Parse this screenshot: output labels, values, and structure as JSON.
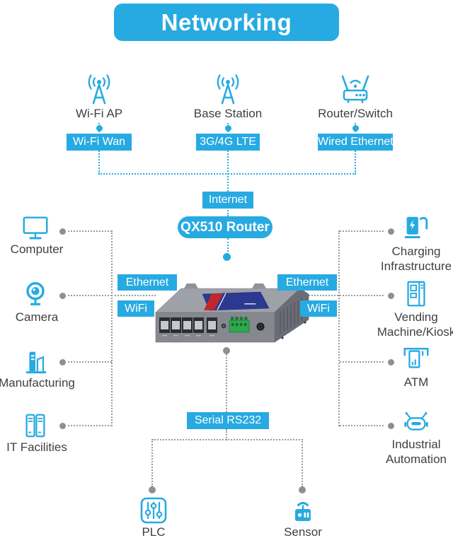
{
  "title": "Networking",
  "colors": {
    "accent": "#27AAE1",
    "line_gray": "#9A9A9A",
    "text": "#404040",
    "router_label_blue": "#2B3990"
  },
  "wan_nodes": [
    {
      "icon": "wifi-ap-antenna-icon",
      "label": "Wi-Fi AP",
      "tag": "Wi-Fi Wan"
    },
    {
      "icon": "base-station-antenna-icon",
      "label": "Base Station",
      "tag": "3G/4G LTE"
    },
    {
      "icon": "router-switch-icon",
      "label": "Router/Switch",
      "tag": "Wired Ethernet"
    }
  ],
  "internet_label": "Internet",
  "router_label": "QX510 Router",
  "lan_left_nodes": [
    {
      "icon": "computer-icon",
      "label": "Computer"
    },
    {
      "icon": "camera-icon",
      "label": "Camera"
    },
    {
      "icon": "manufacturing-icon",
      "label": "Manufacturing"
    },
    {
      "icon": "it-facilities-icon",
      "label": "IT Facilities"
    }
  ],
  "lan_right_nodes": [
    {
      "icon": "charging-infrastructure-icon",
      "label": "Charging Infrastructure"
    },
    {
      "icon": "vending-machine-icon",
      "label": "Vending Machine/Kiosk"
    },
    {
      "icon": "atm-icon",
      "label": "ATM"
    },
    {
      "icon": "industrial-automation-icon",
      "label": "Industrial Automation"
    }
  ],
  "port_tags": {
    "left_ethernet": "Ethernet",
    "left_wifi": "WiFi",
    "right_ethernet": "Ethernet",
    "right_wifi": "WiFi"
  },
  "serial_tag": "Serial RS232",
  "serial_nodes": [
    {
      "icon": "plc-icon",
      "label": "PLC"
    },
    {
      "icon": "sensor-icon",
      "label": "Sensor"
    }
  ]
}
